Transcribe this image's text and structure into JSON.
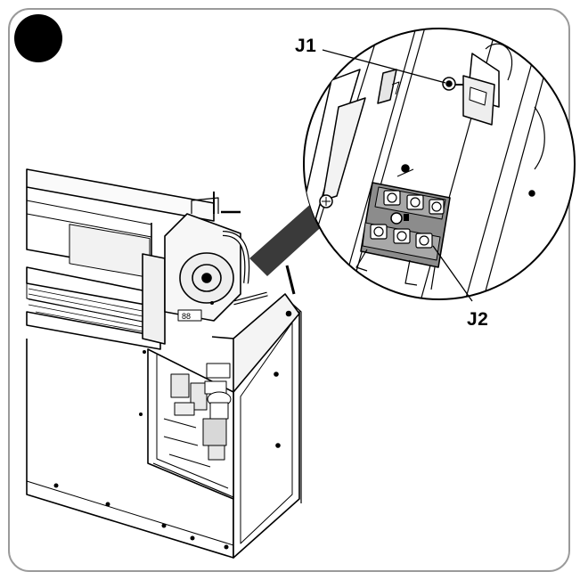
{
  "labels": {
    "j1": "J1",
    "j2": "J2"
  },
  "icons": {
    "step_marker": "filled-circle",
    "illustration": "unit-terminal-block-diagram"
  },
  "colors": {
    "frame_border": "#9a9a9a",
    "ink": "#000000",
    "connector_band": "#3a3a3a",
    "terminal_block": "#8c8c8c"
  }
}
